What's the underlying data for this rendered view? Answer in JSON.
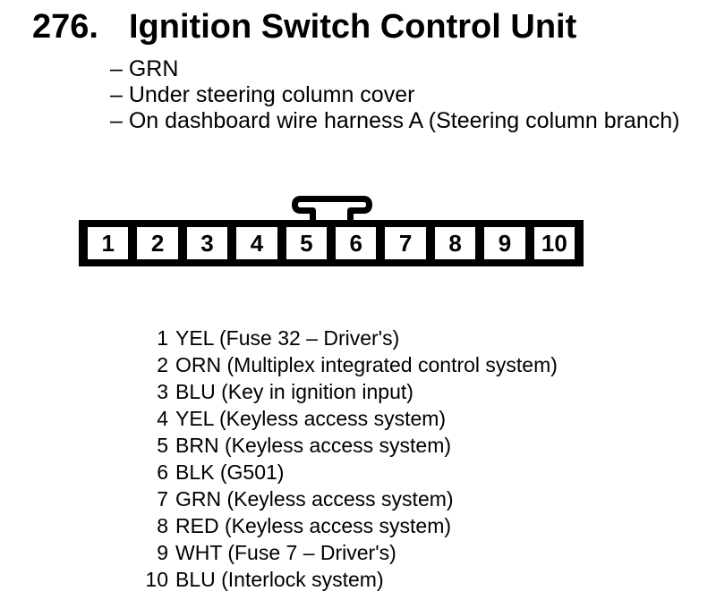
{
  "page": {
    "number": "276.",
    "title": "Ignition Switch Control Unit",
    "notes": [
      "– GRN",
      "– Under steering column cover",
      "– On dashboard wire harness A (Steering column branch)"
    ]
  },
  "connector": {
    "pins": [
      "1",
      "2",
      "3",
      "4",
      "5",
      "6",
      "7",
      "8",
      "9",
      "10"
    ]
  },
  "pinout": [
    {
      "pin": "1",
      "desc": "YEL (Fuse 32 – Driver's)"
    },
    {
      "pin": "2",
      "desc": "ORN (Multiplex integrated control system)"
    },
    {
      "pin": "3",
      "desc": "BLU (Key in ignition input)"
    },
    {
      "pin": "4",
      "desc": "YEL (Keyless access system)"
    },
    {
      "pin": "5",
      "desc": "BRN (Keyless access system)"
    },
    {
      "pin": "6",
      "desc": "BLK (G501)"
    },
    {
      "pin": "7",
      "desc": "GRN (Keyless access system)"
    },
    {
      "pin": "8",
      "desc": "RED (Keyless access system)"
    },
    {
      "pin": "9",
      "desc": "WHT (Fuse 7 – Driver's)"
    },
    {
      "pin": "10",
      "desc": "BLU (Interlock system)"
    }
  ],
  "colors": {
    "ink": "#000000",
    "paper": "#ffffff"
  }
}
